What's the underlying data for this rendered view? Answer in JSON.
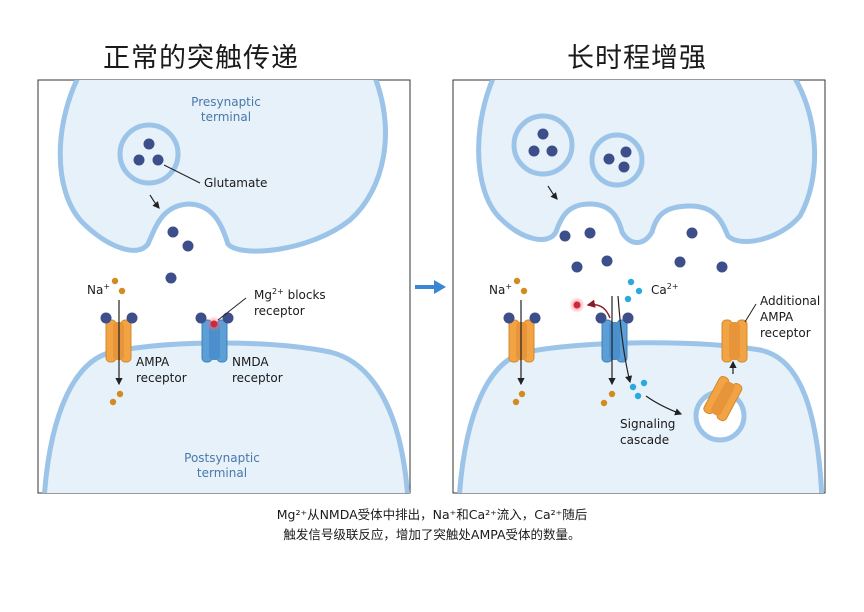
{
  "titles": {
    "left": "正常的突触传递",
    "right": "长时程增强"
  },
  "left_panel": {
    "presynaptic": [
      "Presynaptic",
      "terminal"
    ],
    "glutamate": "Glutamate",
    "na": "Na",
    "na_sup": "+",
    "mg_a": "Mg",
    "mg_sup": "2+",
    "mg_b": " blocks",
    "mg_c": "receptor",
    "ampa": [
      "AMPA",
      "receptor"
    ],
    "nmda": [
      "NMDA",
      "receptor"
    ],
    "postsynaptic": [
      "Postsynaptic",
      "terminal"
    ]
  },
  "right_panel": {
    "na": "Na",
    "na_sup": "+",
    "ca": "Ca",
    "ca_sup": "2+",
    "additional": [
      "Additional",
      "AMPA",
      "receptor"
    ],
    "signaling": [
      "Signaling",
      "cascade"
    ]
  },
  "caption": {
    "line1": "Mg²⁺从NMDA受体中排出，Na⁺和Ca²⁺流入，Ca²⁺随后",
    "line2": "触发信号级联反应，增加了突触处AMPA受体的数量。"
  },
  "colors": {
    "membrane_fill": "#e6f1fa",
    "membrane_stroke": "#9cc4e8",
    "label_blue": "#4a78aa",
    "glutamate": "#3d4f8a",
    "sodium": "#d18b1e",
    "calcium": "#29a9dc",
    "magnesium": "#cc2a3a",
    "ampa": "#f2a444",
    "nmda": "#5b9fd6",
    "arrow": "#3a86d4"
  }
}
